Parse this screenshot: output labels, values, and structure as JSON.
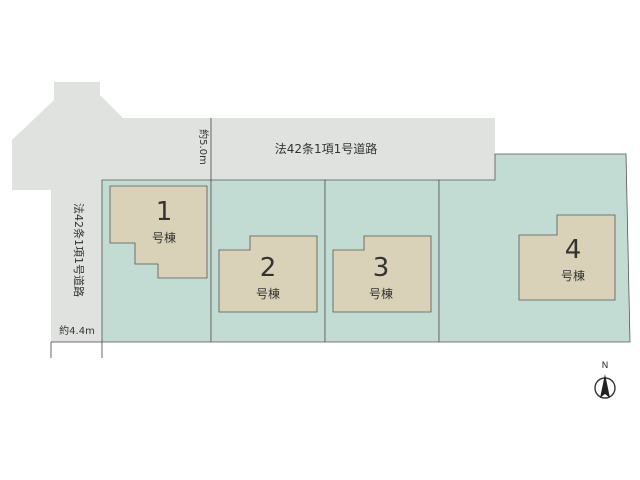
{
  "colors": {
    "road": "#e0e2e0",
    "lot": "#c2dcd3",
    "building": "#d9d2b8",
    "line": "#555555",
    "text": "#333333"
  },
  "roads": {
    "main_label": "法42条1項1号道路",
    "side_label": "法42条1項1号道路",
    "main_width": "約5.0m",
    "side_width": "約4.4m"
  },
  "lots": [
    {
      "number": "1",
      "label": "号棟"
    },
    {
      "number": "2",
      "label": "号棟"
    },
    {
      "number": "3",
      "label": "号棟"
    },
    {
      "number": "4",
      "label": "号棟"
    }
  ],
  "compass": {
    "label": "N",
    "icon": "north-arrow-icon"
  }
}
